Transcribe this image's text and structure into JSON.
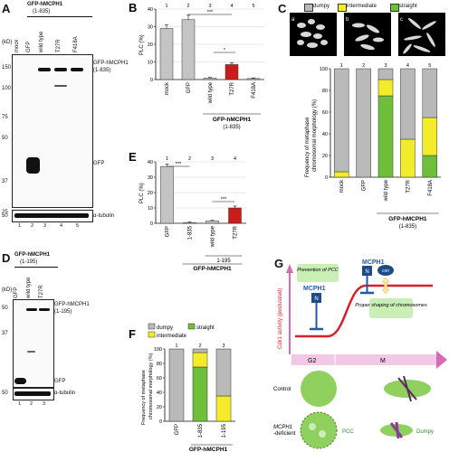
{
  "panels": {
    "A": {
      "letter": "A",
      "construct": "GFP-hMCPH1",
      "range": "(1-835)",
      "lanes": [
        "mock",
        "GFP",
        "wild type",
        "T27R",
        "F418A"
      ],
      "kd_label": "(kD)",
      "markers": [
        "150",
        "100",
        "75",
        "50",
        "37",
        "25"
      ],
      "tubulin_marker": "50",
      "band_full": "GFP-hMCPH1",
      "band_full_range": "(1-835)",
      "band_gfp": "GFP",
      "band_tubulin": "α-tubulin",
      "lane_numbers": [
        "1",
        "2",
        "3",
        "4",
        "5"
      ]
    },
    "D": {
      "letter": "D",
      "construct": "GFP-hMCPH1",
      "range": "(1-195)",
      "lanes": [
        "GFP",
        "wild type",
        "T27R"
      ],
      "kd_label": "(kD)",
      "markers": [
        "50",
        "37"
      ],
      "tubulin_marker": "50",
      "band_full": "GFP-hMCPH1",
      "band_full_range": "(1-195)",
      "band_gfp": "GFP",
      "band_tubulin": "α-tubulin",
      "lane_numbers": [
        "1",
        "2",
        "3"
      ]
    },
    "C": {
      "letter": "C",
      "morph": [
        "dumpy",
        "intermediate",
        "straight"
      ],
      "subletters": [
        "a",
        "b",
        "c"
      ]
    },
    "G": {
      "letter": "G",
      "prevention": "Prevention of PCC",
      "mcph1": "MCPH1",
      "n_label": "N",
      "con_label": "con",
      "proper": "Proper shaping of chromosomes",
      "y_label": "Cdk1 activity (postulated)",
      "phases": [
        "G2",
        "M"
      ],
      "control": "Control",
      "deficient_line1": "MCPH1",
      "deficient_line2": "-deficient",
      "pcc": "PCC",
      "dumpy": "Dumpy"
    }
  },
  "colors": {
    "dumpy": "#b9b9b9",
    "intermediate": "#f4ec2a",
    "straight": "#6fbf3a",
    "curve": "#d8202a",
    "arrow": "#d66bb4",
    "green_box": "#c9efb4",
    "mcph1_blue": "#1e5aa8",
    "bar_gray": "#c4c4c4",
    "bar_red": "#cc1b1b"
  },
  "chart_data": [
    {
      "panel": "B",
      "letter": "B",
      "type": "bar",
      "ylabel": "PLC (%)",
      "ylim": [
        0,
        40
      ],
      "yticks": [
        0,
        10,
        20,
        30,
        40
      ],
      "categories": [
        "mock",
        "GFP",
        "wild type",
        "T27R",
        "F418A"
      ],
      "lane_numbers": [
        "1",
        "2",
        "3",
        "4",
        "5"
      ],
      "values": [
        29,
        34,
        0.8,
        8.5,
        0.6
      ],
      "errors": [
        2,
        2.5,
        0.4,
        1,
        0.3
      ],
      "group_label": "GFP-hMCPH1",
      "group_range": "(1-835)",
      "significance": [
        "***",
        "*"
      ]
    },
    {
      "panel": "E",
      "letter": "E",
      "type": "bar",
      "ylabel": "PLC (%)",
      "ylim": [
        0,
        40
      ],
      "yticks": [
        0,
        10,
        20,
        30,
        40
      ],
      "categories": [
        "GFP",
        "1-835",
        "wild type",
        "T27R"
      ],
      "lane_numbers": [
        "1",
        "2",
        "3",
        "4"
      ],
      "values": [
        37,
        0.5,
        1.5,
        10
      ],
      "errors": [
        1.5,
        0.3,
        0.4,
        1.2
      ],
      "group_label": "GFP-hMCPH1",
      "group_sub": "1-195",
      "significance": [
        "***",
        "***"
      ]
    },
    {
      "panel": "C",
      "type": "bar",
      "stacked": true,
      "ylabel": "Frequency of metaphase chromosomal morphology (%)",
      "ylim": [
        0,
        100
      ],
      "yticks": [
        0,
        20,
        40,
        60,
        80,
        100
      ],
      "categories": [
        "mock",
        "GFP",
        "wild type",
        "T27R",
        "F418A"
      ],
      "lane_numbers": [
        "1",
        "2",
        "3",
        "4",
        "5"
      ],
      "series": [
        {
          "name": "straight",
          "values": [
            0,
            0,
            75,
            0,
            20
          ]
        },
        {
          "name": "intermediate",
          "values": [
            5,
            0,
            15,
            35,
            35
          ]
        },
        {
          "name": "dumpy",
          "values": [
            95,
            100,
            10,
            65,
            45
          ]
        }
      ],
      "group_label": "GFP-hMCPH1",
      "group_range": "(1-835)"
    },
    {
      "panel": "F",
      "letter": "F",
      "type": "bar",
      "stacked": true,
      "ylabel": "Frequency of metaphase chromosomal morphology (%)",
      "ylim": [
        0,
        100
      ],
      "yticks": [
        0,
        20,
        40,
        60,
        80,
        100
      ],
      "categories": [
        "GFP",
        "1-835",
        "1-195"
      ],
      "lane_numbers": [
        "1",
        "2",
        "3"
      ],
      "series": [
        {
          "name": "straight",
          "values": [
            0,
            75,
            0
          ]
        },
        {
          "name": "intermediate",
          "values": [
            0,
            20,
            35
          ]
        },
        {
          "name": "dumpy",
          "values": [
            100,
            5,
            65
          ]
        }
      ],
      "legend": [
        "dumpy",
        "straight",
        "intermediate"
      ],
      "group_label": "GFP-hMCPH1"
    }
  ]
}
